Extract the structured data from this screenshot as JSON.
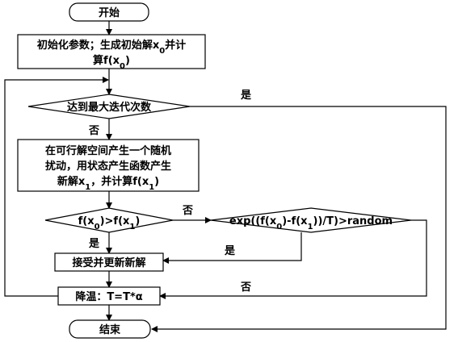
{
  "nodes": {
    "start": {
      "label": "开始"
    },
    "init": {
      "line1": "初始化参数；生成初始解x",
      "sub1": "0",
      "line1b": "并计",
      "line2": "算f(x",
      "sub2": "0",
      "line2b": ")"
    },
    "max_iter": {
      "label": "达到最大迭代次数"
    },
    "perturb": {
      "line1": "在可行解空间产生一个随机",
      "line2": "扰动，用状态产生函数产生",
      "line3a": "新解x",
      "line3sub": "1",
      "line3b": "，并计算f(x",
      "line3sub2": "1",
      "line3c": ")"
    },
    "compare": {
      "a": "f(x",
      "sa": "0",
      "b": ")>f(x",
      "sb": "1",
      "c": ")"
    },
    "metropolis": {
      "a": "exp((f(x",
      "sa": "0",
      "b": ")-f(x",
      "sb": "1",
      "c": "))/T)>random"
    },
    "accept": {
      "label": "接受并更新新解"
    },
    "cool": {
      "label": "降温：T=T*α"
    },
    "end": {
      "label": "结束"
    }
  },
  "edges": {
    "max_iter_yes": "是",
    "max_iter_no": "否",
    "compare_no": "否",
    "compare_yes": "是",
    "metropolis_yes": "是",
    "metropolis_no": "否"
  }
}
